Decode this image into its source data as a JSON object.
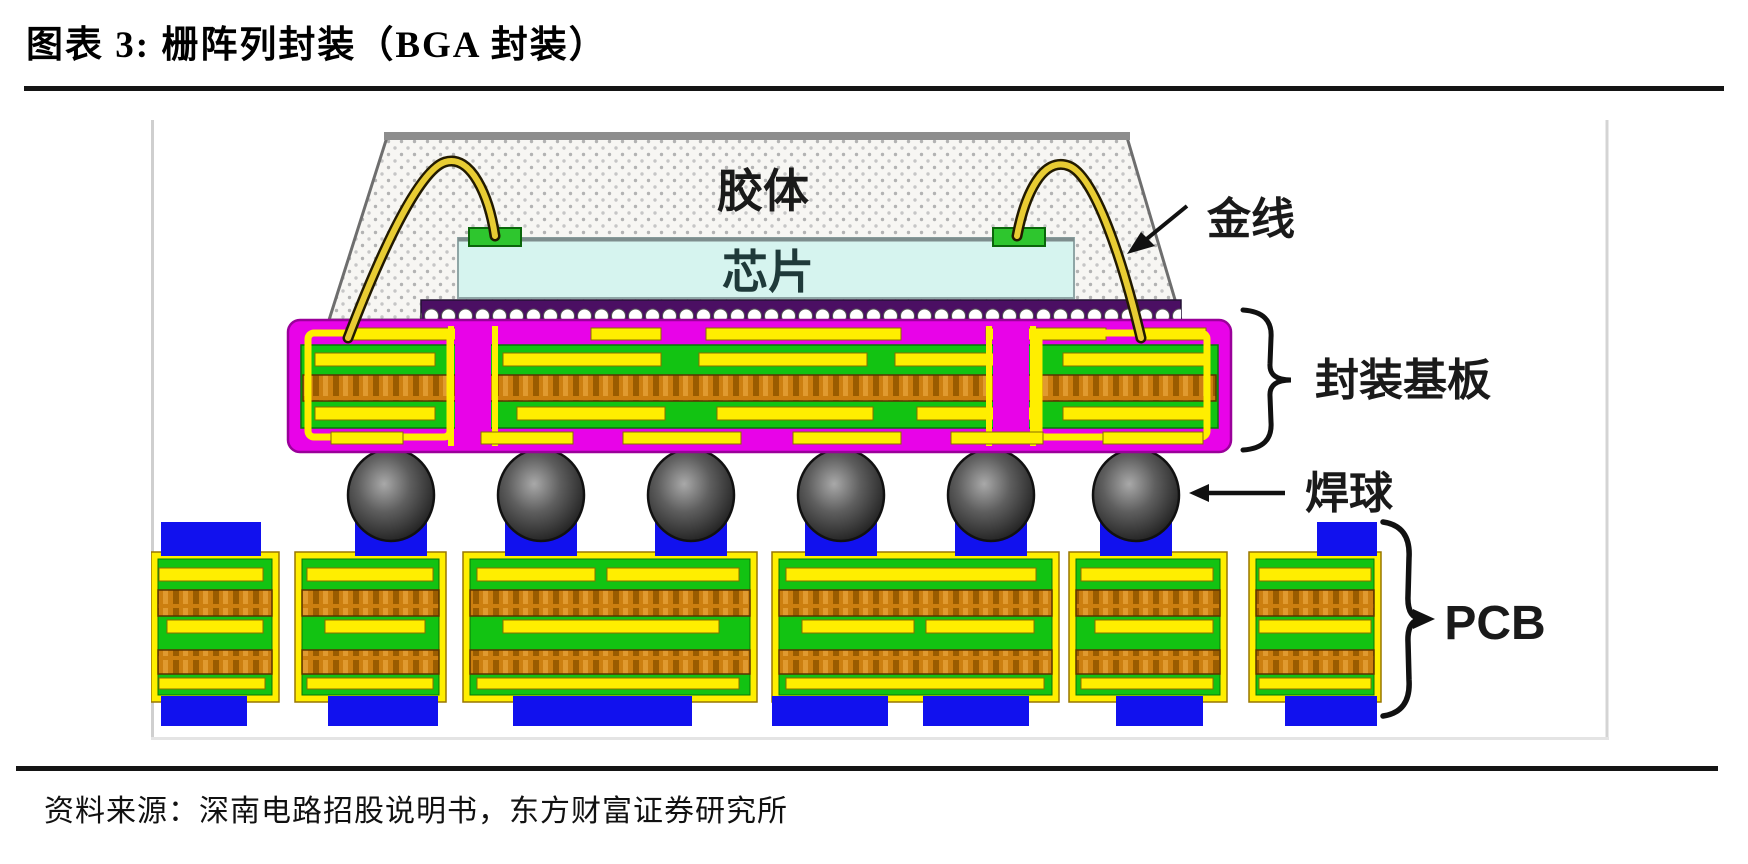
{
  "header": {
    "title": "图表 3: 栅阵列封装（BGA 封装）"
  },
  "footer": {
    "source": "资料来源：深南电路招股说明书，东方财富证券研究所"
  },
  "figure": {
    "type": "cross-section diagram of a Ball Grid Array (BGA) package",
    "labels": {
      "mold": "胶体",
      "chip": "芯片",
      "gold_wire": "金线",
      "substrate": "封装基板",
      "solder_ball": "焊球",
      "pcb": "PCB"
    },
    "colors": {
      "mold_fill": "#f7f6f3",
      "mold_outline": "#6e6e6e",
      "chip_fill": "#d6f4ef",
      "bond_pad_green": "#2ec62e",
      "gold_wire": "#e8cc33",
      "substrate_magenta": "#e803e8",
      "layer_green": "#12c312",
      "trace_yellow": "#ffee00",
      "copper_orange": "#cc7f10",
      "pcb_pad_blue": "#1111ee",
      "solder_ball_gray": "#5e5e5e",
      "die_attach_purple": "#4b0f63"
    },
    "counts": {
      "solder_balls": 6,
      "pcb_sections": 6
    }
  }
}
